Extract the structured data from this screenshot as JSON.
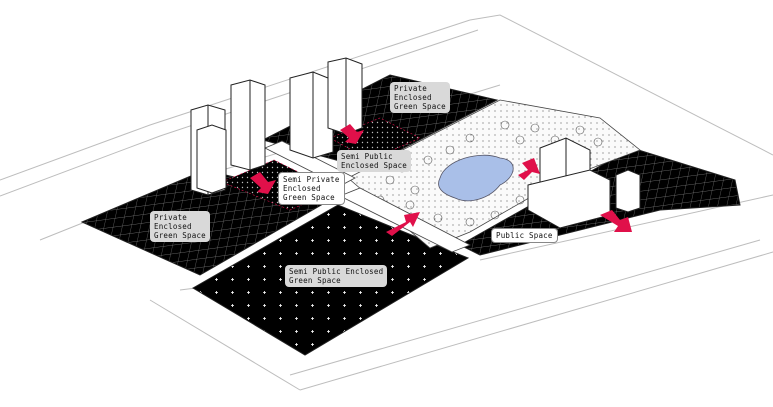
{
  "labels": {
    "private_top": "Private\nEnclosed\nGreen Space",
    "private_left": "Private\nEnclosed\nGreen Space",
    "semi_public_top": "Semi Public\nEnclosed Space",
    "semi_private": "Semi Private\nEnclosed\nGreen Space",
    "semi_public_big": "Semi Public Enclosed\nGreen Space",
    "public_space": "Public Space"
  },
  "colors": {
    "block_fill": "#000000",
    "accent_arrow": "#e0104a",
    "lake": "#a9bfe8",
    "label_bg": "#d9d9d9",
    "road": "#ffffff",
    "line": "#222222"
  },
  "icons": [
    "arrow-icon",
    "tree-icon",
    "building-icon",
    "lake-icon"
  ]
}
